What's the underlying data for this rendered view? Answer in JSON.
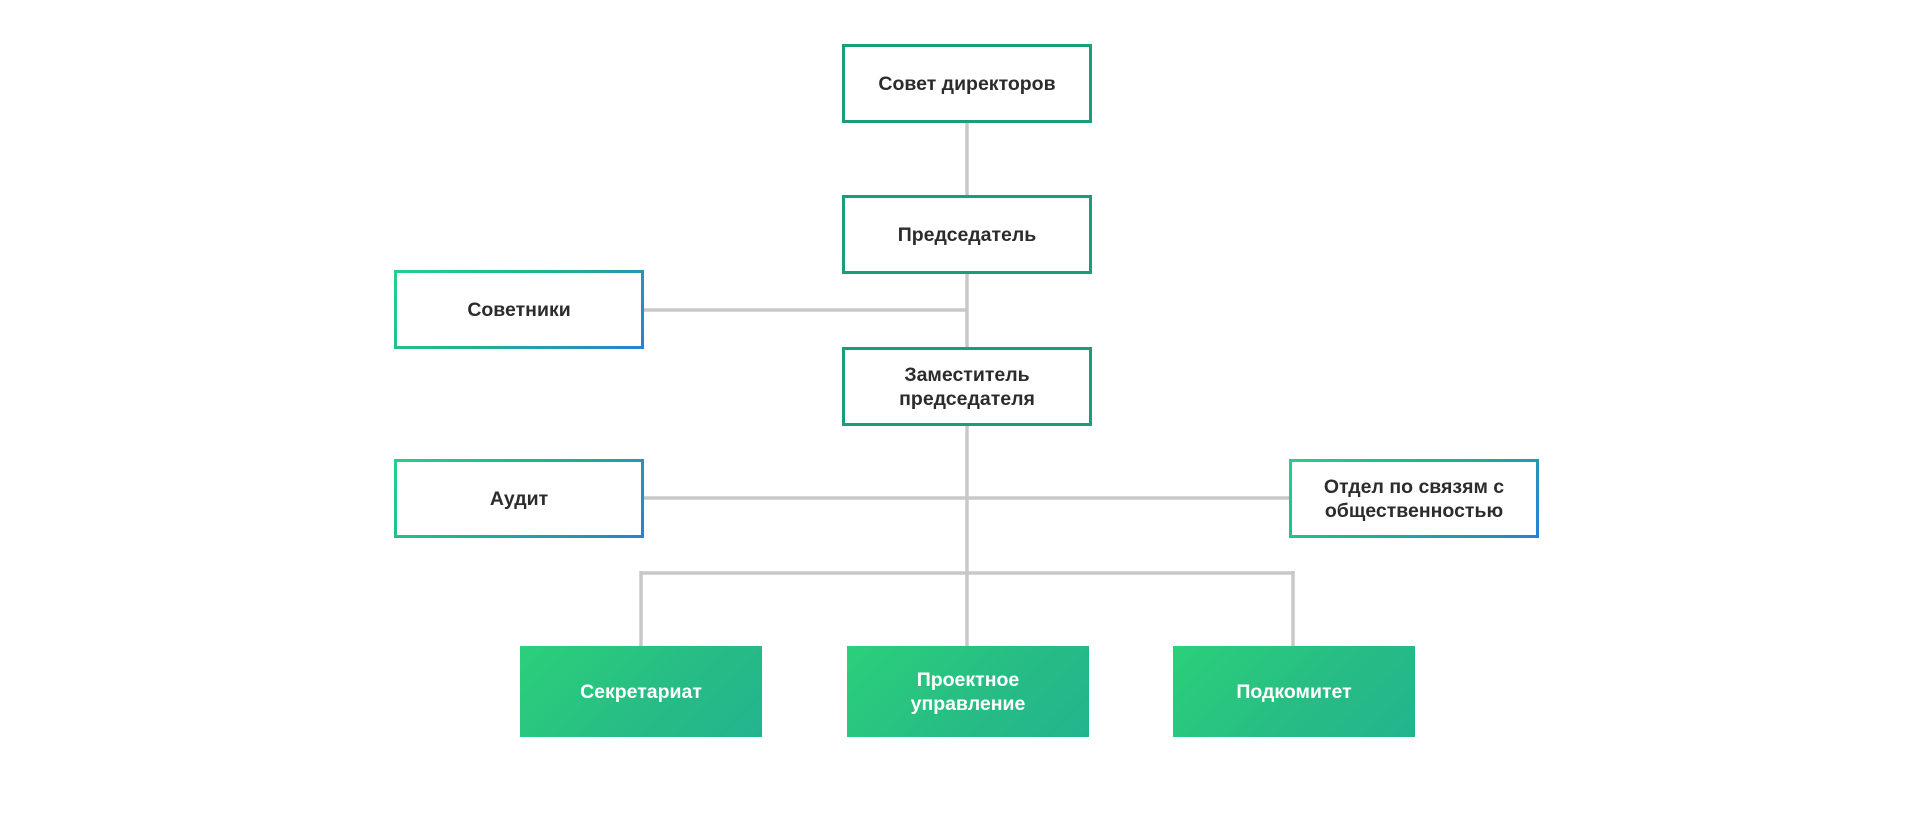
{
  "diagram": {
    "type": "org-chart",
    "colors": {
      "outline_border": "#1a9e78",
      "gradient_border_start": "#22d08d",
      "gradient_border_end": "#2a7fd4",
      "filled_start": "#2bd07a",
      "filled_end": "#23b48e",
      "connector": "#c8c8c8",
      "text_dark": "#2c2c2c",
      "text_light": "#ffffff"
    },
    "nodes": {
      "board": {
        "label": "Совет директоров",
        "style": "outline"
      },
      "chair": {
        "label": "Председатель",
        "style": "outline"
      },
      "advisors": {
        "label": "Советники",
        "style": "gradient-outline"
      },
      "deputy": {
        "label": "Заместитель\nпредседателя",
        "style": "outline"
      },
      "audit": {
        "label": "Аудит",
        "style": "gradient-outline"
      },
      "pr": {
        "label": "Отдел по связям с\nобщественностью",
        "style": "gradient-outline"
      },
      "secretariat": {
        "label": "Секретариат",
        "style": "filled"
      },
      "project_management": {
        "label": "Проектное\nуправление",
        "style": "filled"
      },
      "subcommittee": {
        "label": "Подкомитет",
        "style": "filled"
      }
    },
    "edges": [
      [
        "board",
        "chair"
      ],
      [
        "chair",
        "deputy"
      ],
      [
        "chair",
        "advisors"
      ],
      [
        "deputy",
        "audit"
      ],
      [
        "deputy",
        "pr"
      ],
      [
        "deputy",
        "secretariat"
      ],
      [
        "deputy",
        "project_management"
      ],
      [
        "deputy",
        "subcommittee"
      ]
    ]
  }
}
